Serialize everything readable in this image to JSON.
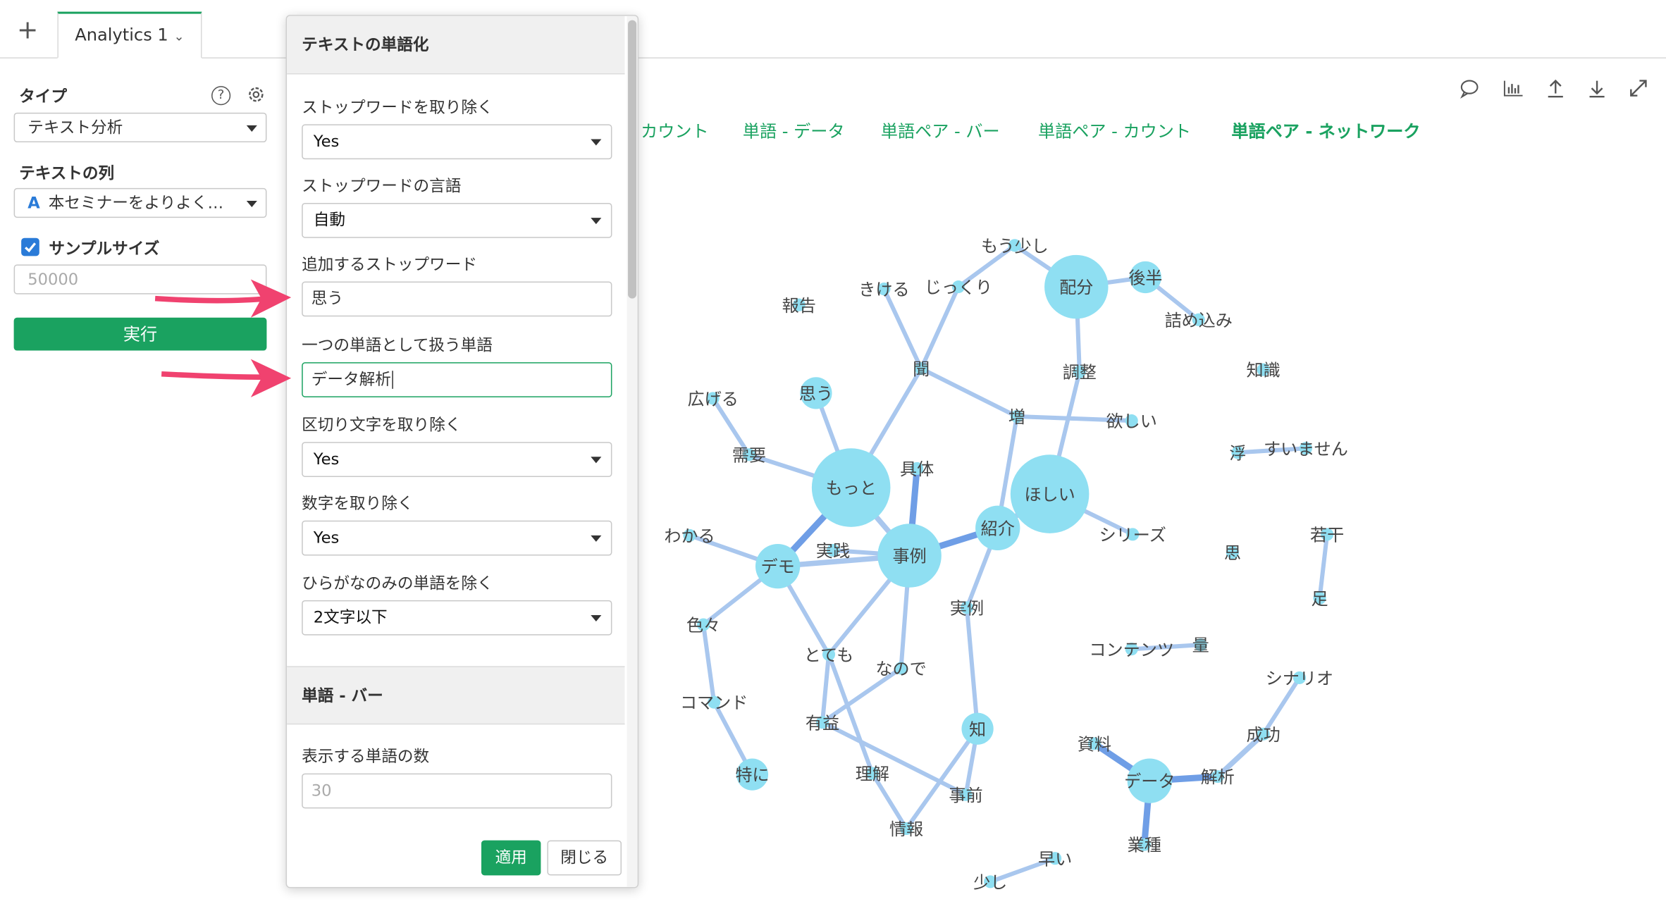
{
  "tabbar": {
    "add_icon": "plus-icon",
    "tab_label": "Analytics 1"
  },
  "left_panel": {
    "type_label": "タイプ",
    "type_value": "テキスト分析",
    "text_column_label": "テキストの列",
    "text_column_value": "本セミナーをよりよく…",
    "text_column_type_icon": "A",
    "sample_size_label": "サンプルサイズ",
    "sample_size_checked": true,
    "sample_size_placeholder": "50000",
    "run_button": "実行"
  },
  "dialog": {
    "section1_title": "テキストの単語化",
    "stopwords_label": "ストップワードを取り除く",
    "stopwords_value": "Yes",
    "stopword_lang_label": "ストップワードの言語",
    "stopword_lang_value": "自動",
    "add_stopwords_label": "追加するストップワード",
    "add_stopwords_value": "思う",
    "compound_label": "一つの単語として扱う単語",
    "compound_value": "データ解析",
    "remove_punct_label": "区切り文字を取り除く",
    "remove_punct_value": "Yes",
    "remove_numbers_label": "数字を取り除く",
    "remove_numbers_value": "Yes",
    "hiragana_label": "ひらがなのみの単語を除く",
    "hiragana_value": "2文字以下",
    "section2_title": "単語 - バー",
    "num_words_label": "表示する単語の数",
    "num_words_placeholder": "30",
    "apply_button": "適用",
    "close_button": "閉じる"
  },
  "chart_tabs": [
    {
      "label": "カウント",
      "active": false
    },
    {
      "label": "単語 - データ",
      "active": false
    },
    {
      "label": "単語ペア - バー",
      "active": false
    },
    {
      "label": "単語ペア - カウント",
      "active": false
    },
    {
      "label": "単語ペア - ネットワーク",
      "active": true
    }
  ],
  "toolbar_icons": [
    "comment-icon",
    "chart-icon",
    "upload-icon",
    "download-icon",
    "expand-icon"
  ],
  "colors": {
    "accent": "#1aa260",
    "node": "#8fdff2",
    "edge": "#a9c7ee",
    "edge_strong": "#6f9ee6",
    "arrow": "#f0426f"
  },
  "network": {
    "nodes": [
      {
        "id": "もう少し",
        "size": 1
      },
      {
        "id": "きける",
        "size": 1
      },
      {
        "id": "じっくり",
        "size": 1
      },
      {
        "id": "配分",
        "size": 4
      },
      {
        "id": "後半",
        "size": 2
      },
      {
        "id": "詰め込み",
        "size": 1
      },
      {
        "id": "報告",
        "size": 1
      },
      {
        "id": "聞",
        "size": 1
      },
      {
        "id": "調整",
        "size": 1
      },
      {
        "id": "知識",
        "size": 1
      },
      {
        "id": "広げる",
        "size": 1
      },
      {
        "id": "思う",
        "size": 2
      },
      {
        "id": "増",
        "size": 1
      },
      {
        "id": "欲しい",
        "size": 1
      },
      {
        "id": "浮",
        "size": 1
      },
      {
        "id": "すいません",
        "size": 1
      },
      {
        "id": "需要",
        "size": 1
      },
      {
        "id": "もっと",
        "size": 5
      },
      {
        "id": "具体",
        "size": 1
      },
      {
        "id": "ほしい",
        "size": 5
      },
      {
        "id": "わかる",
        "size": 1
      },
      {
        "id": "紹介",
        "size": 3
      },
      {
        "id": "シリーズ",
        "size": 1
      },
      {
        "id": "思",
        "size": 1
      },
      {
        "id": "若干",
        "size": 1
      },
      {
        "id": "デモ",
        "size": 3
      },
      {
        "id": "実践",
        "size": 1
      },
      {
        "id": "事例",
        "size": 4
      },
      {
        "id": "実例",
        "size": 1
      },
      {
        "id": "足",
        "size": 1
      },
      {
        "id": "色々",
        "size": 1
      },
      {
        "id": "コンテンツ",
        "size": 1
      },
      {
        "id": "量",
        "size": 1
      },
      {
        "id": "とても",
        "size": 1
      },
      {
        "id": "なので",
        "size": 1
      },
      {
        "id": "シナリオ",
        "size": 1
      },
      {
        "id": "コマンド",
        "size": 1
      },
      {
        "id": "有益",
        "size": 1
      },
      {
        "id": "知",
        "size": 2
      },
      {
        "id": "資料",
        "size": 1
      },
      {
        "id": "成功",
        "size": 1
      },
      {
        "id": "データ",
        "size": 3
      },
      {
        "id": "解析",
        "size": 1
      },
      {
        "id": "特に",
        "size": 2
      },
      {
        "id": "理解",
        "size": 1
      },
      {
        "id": "事前",
        "size": 1
      },
      {
        "id": "業種",
        "size": 1
      },
      {
        "id": "情報",
        "size": 1
      },
      {
        "id": "早い",
        "size": 1
      },
      {
        "id": "少し",
        "size": 1
      }
    ],
    "edges": [
      [
        "もう少し",
        "配分",
        1
      ],
      [
        "じっくり",
        "もう少し",
        1
      ],
      [
        "きける",
        "聞",
        1
      ],
      [
        "じっくり",
        "聞",
        1
      ],
      [
        "配分",
        "後半",
        1
      ],
      [
        "後半",
        "詰め込み",
        1
      ],
      [
        "配分",
        "調整",
        1
      ],
      [
        "調整",
        "ほしい",
        1
      ],
      [
        "聞",
        "増",
        1
      ],
      [
        "聞",
        "もっと",
        1
      ],
      [
        "増",
        "欲しい",
        1
      ],
      [
        "増",
        "紹介",
        1
      ],
      [
        "浮",
        "すいません",
        1
      ],
      [
        "広げる",
        "需要",
        1
      ],
      [
        "需要",
        "もっと",
        1
      ],
      [
        "思う",
        "もっと",
        1
      ],
      [
        "もっと",
        "デモ",
        3
      ],
      [
        "もっと",
        "事例",
        2
      ],
      [
        "具体",
        "事例",
        3
      ],
      [
        "事例",
        "紹介",
        3
      ],
      [
        "紹介",
        "ほしい",
        2
      ],
      [
        "ほしい",
        "シリーズ",
        1
      ],
      [
        "わかる",
        "デモ",
        1
      ],
      [
        "デモ",
        "事例",
        2
      ],
      [
        "実践",
        "事例",
        1
      ],
      [
        "紹介",
        "実例",
        1
      ],
      [
        "実例",
        "知",
        1
      ],
      [
        "若干",
        "足",
        1
      ],
      [
        "デモ",
        "色々",
        1
      ],
      [
        "色々",
        "コマンド",
        1
      ],
      [
        "コマンド",
        "特に",
        1
      ],
      [
        "コンテンツ",
        "量",
        1
      ],
      [
        "デモ",
        "とても",
        1
      ],
      [
        "事例",
        "とても",
        1
      ],
      [
        "事例",
        "なので",
        1
      ],
      [
        "なので",
        "有益",
        1
      ],
      [
        "とても",
        "有益",
        1
      ],
      [
        "とても",
        "理解",
        1
      ],
      [
        "理解",
        "情報",
        1
      ],
      [
        "情報",
        "知",
        1
      ],
      [
        "知",
        "事前",
        1
      ],
      [
        "事前",
        "有益",
        1
      ],
      [
        "資料",
        "データ",
        3
      ],
      [
        "データ",
        "解析",
        3
      ],
      [
        "解析",
        "成功",
        2
      ],
      [
        "成功",
        "シナリオ",
        1
      ],
      [
        "データ",
        "業種",
        3
      ],
      [
        "早い",
        "少し",
        1
      ]
    ]
  }
}
